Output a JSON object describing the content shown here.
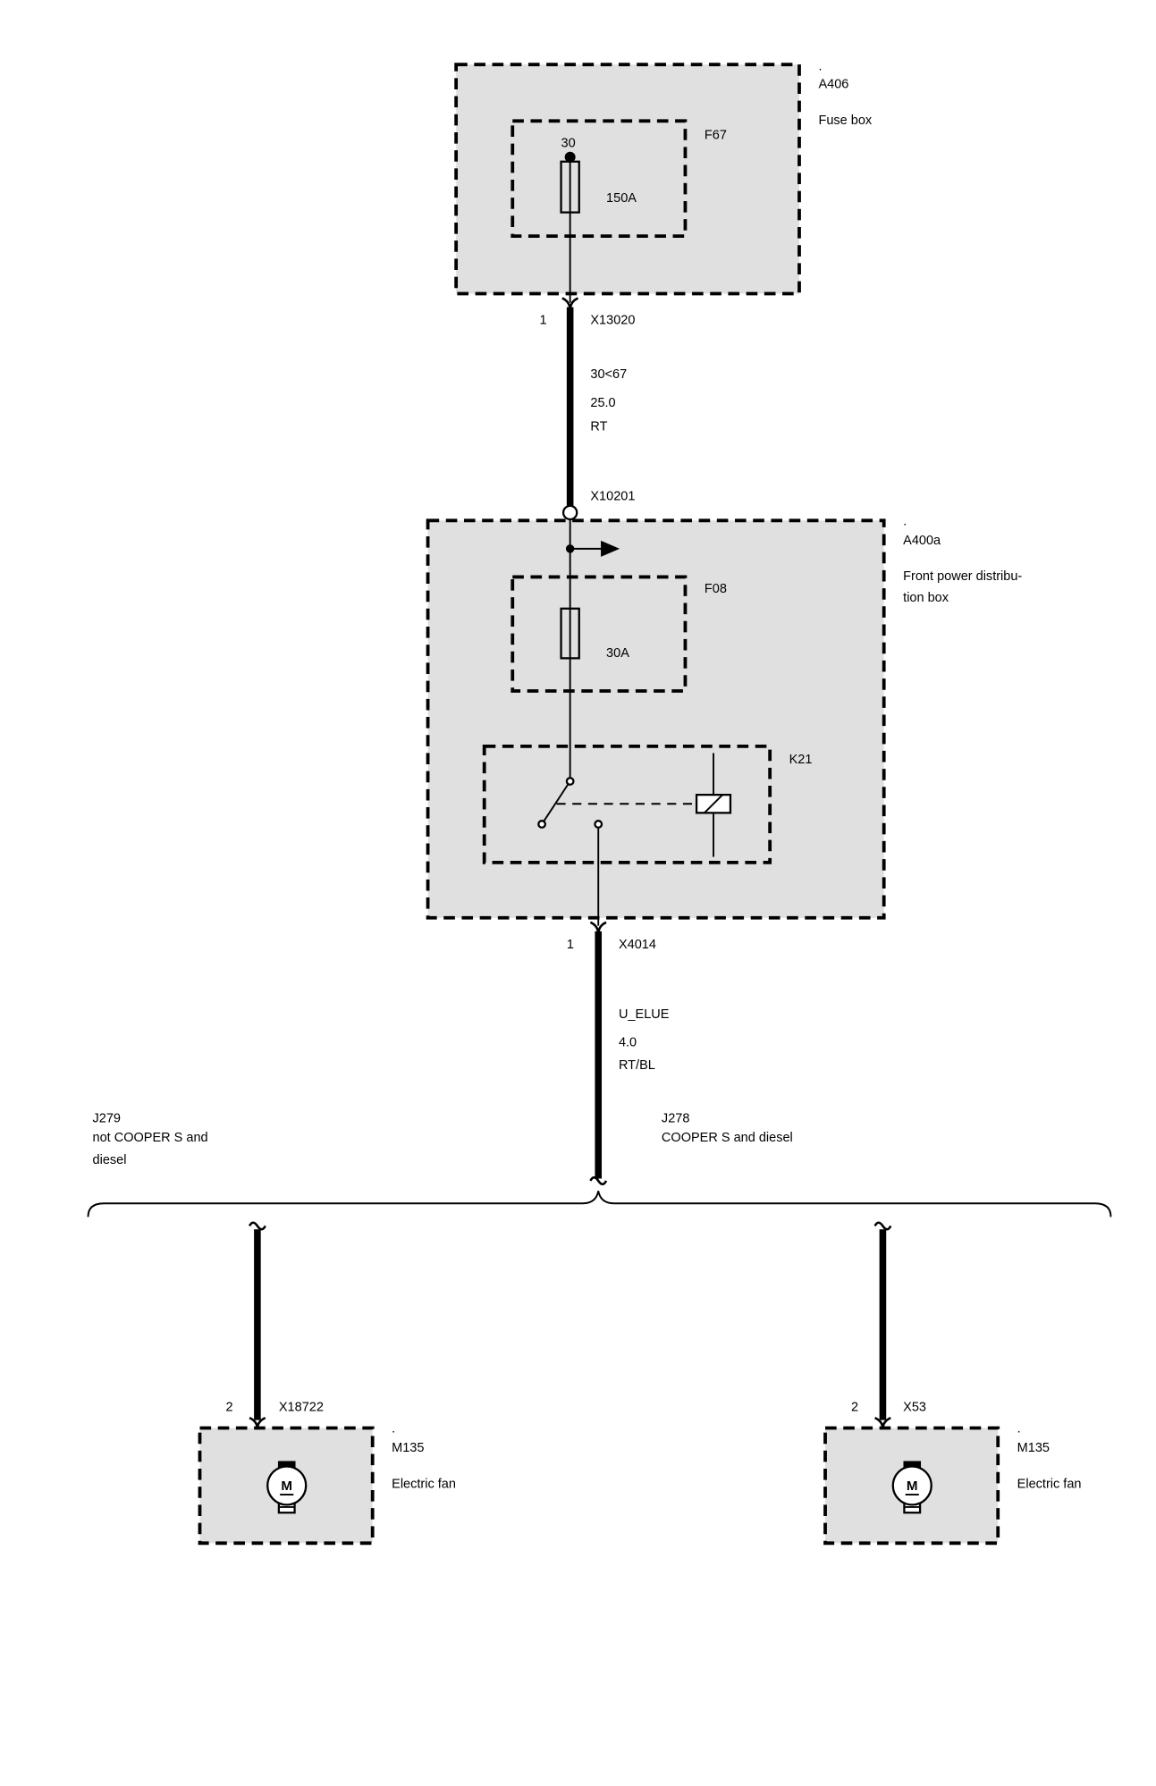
{
  "components": {
    "a406": {
      "marker": ".",
      "id": "A406",
      "name": "Fuse box",
      "fuse": {
        "id": "F67",
        "pin": "30",
        "rating": "150A"
      }
    },
    "a400a": {
      "marker": ".",
      "id": "A400a",
      "name_line1": "Front power distribu-",
      "name_line2": "tion box",
      "fuse": {
        "id": "F08",
        "rating": "30A"
      },
      "relay": {
        "id": "K21"
      }
    },
    "fan_left": {
      "marker": ".",
      "id": "M135",
      "name": "Electric fan",
      "motor_letter": "M"
    },
    "fan_right": {
      "marker": ".",
      "id": "M135",
      "name": "Electric fan",
      "motor_letter": "M"
    }
  },
  "connectors": {
    "x13020": {
      "pin": "1",
      "id": "X13020"
    },
    "x10201": {
      "id": "X10201"
    },
    "x4014": {
      "pin": "1",
      "id": "X4014"
    },
    "x18722": {
      "pin": "2",
      "id": "X18722"
    },
    "x53": {
      "pin": "2",
      "id": "X53"
    }
  },
  "wires": {
    "upper": {
      "circuit": "30<67",
      "cross_section": "25.0",
      "color": "RT"
    },
    "lower": {
      "circuit": "U_ELUE",
      "cross_section": "4.0",
      "color": "RT/BL"
    }
  },
  "variants": {
    "j279": {
      "id": "J279",
      "line1": "not COOPER S and",
      "line2": "diesel"
    },
    "j278": {
      "id": "J278",
      "line1": "COOPER S and diesel"
    }
  },
  "colors": {
    "box_fill": "#e0e0e0",
    "line": "#000000",
    "paper": "#ffffff"
  }
}
